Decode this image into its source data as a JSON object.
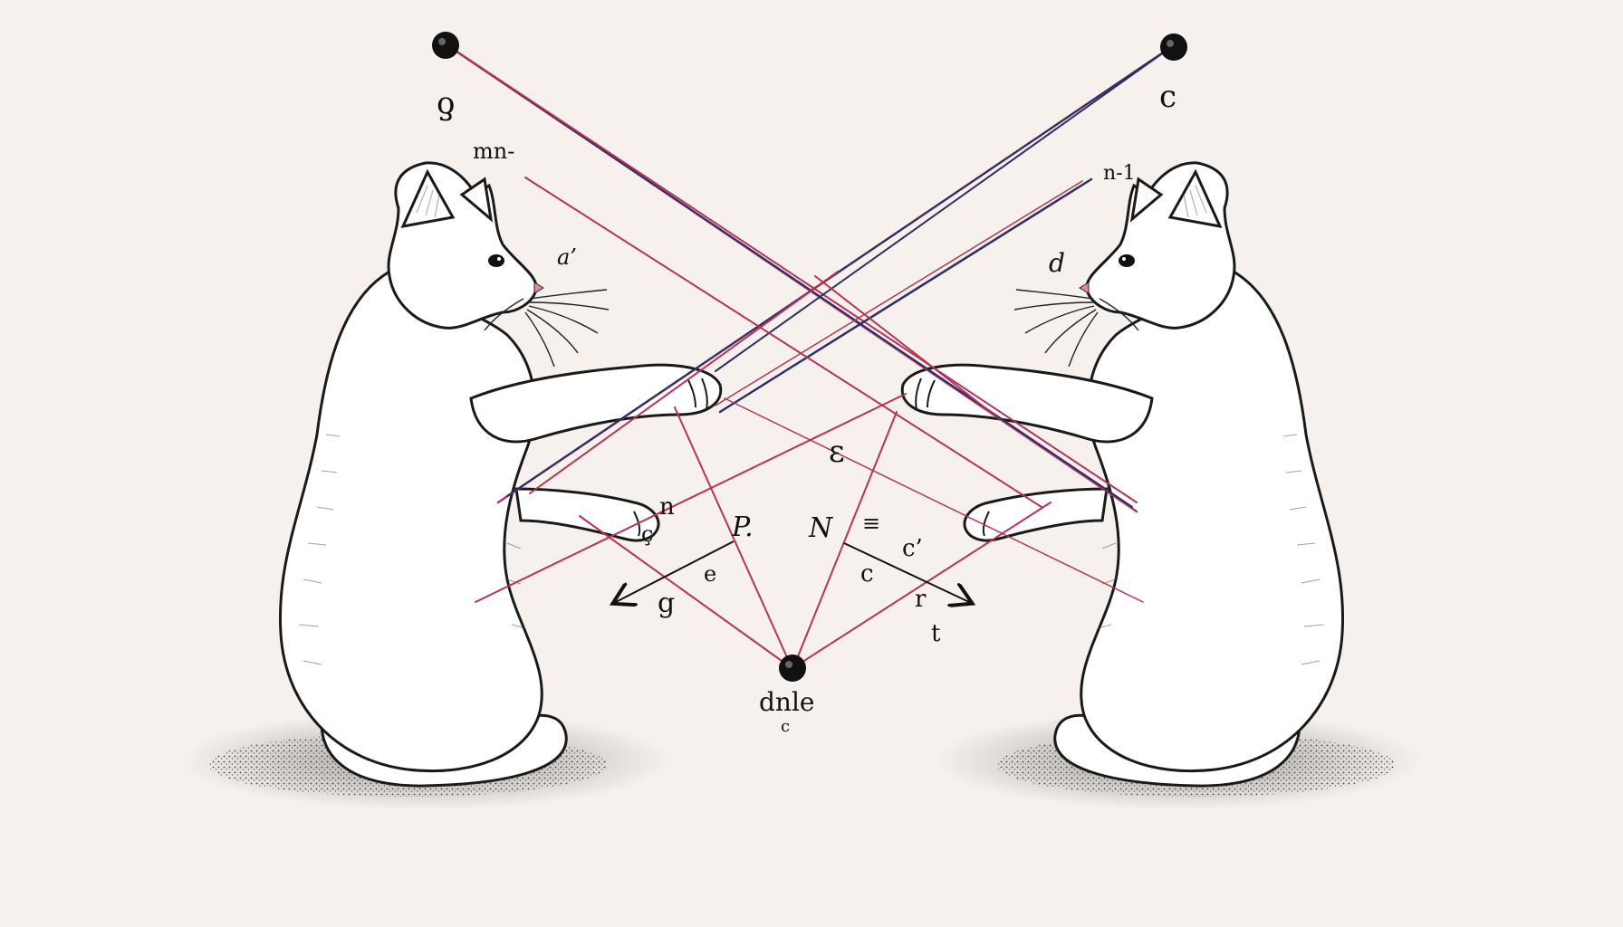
{
  "labels": {
    "top_left_node": "ƍ",
    "top_right_node": "c",
    "upper_left_string": "mn-",
    "upper_right_string": "n-1",
    "left_cat": "a’",
    "right_cat": "d",
    "center_epsilon": "ε",
    "left_n": "n",
    "left_c": "ç",
    "left_p": "P.",
    "left_e": "e",
    "left_g": "g",
    "right_n": "N",
    "right_equiv": "≡",
    "right_c_prime": "c’",
    "right_c": "c",
    "right_r": "r",
    "right_t": "t",
    "bottom_node": "dnle",
    "bottom_sub": "c"
  },
  "colors": {
    "background": "#f6f1ec",
    "string_red": "#b8325a",
    "string_blue": "#2b2f66",
    "ink": "#111111",
    "nose": "#e48b9a"
  }
}
